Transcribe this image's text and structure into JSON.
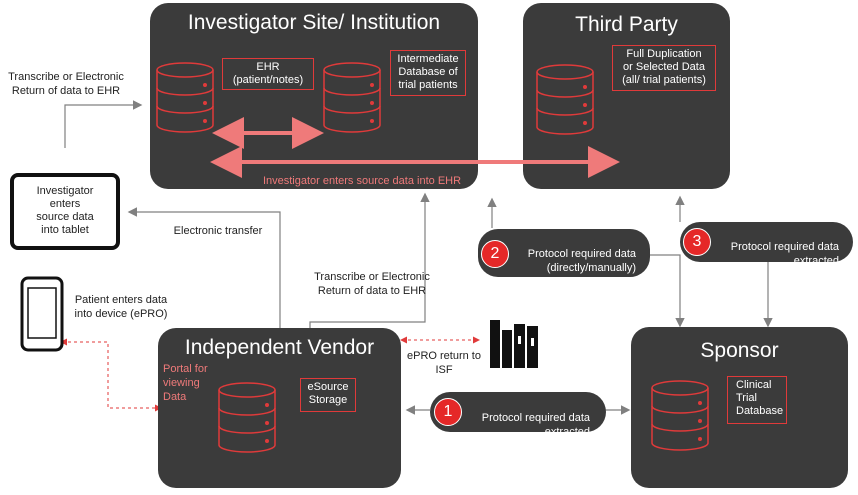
{
  "colors": {
    "box_bg": "#3b3b3b",
    "accent_red": "#e03a3a",
    "salmon": "#ef7a7a",
    "arrow_gray": "#808080"
  },
  "investigator_site": {
    "title": "Investigator Site/ Institution",
    "ehr_label": "EHR\n(patient/notes)",
    "intermediate_label": "Intermediate\nDatabase of\ntrial patients",
    "source_note": "Investigator enters source data into EHR"
  },
  "third_party": {
    "title": "Third Party",
    "label": "Full Duplication\nor Selected Data\n(all/ trial patients)"
  },
  "independent_vendor": {
    "title": "Independent Vendor",
    "portal_label": "Portal for\nviewing\nData",
    "storage_label": "eSource\nStorage"
  },
  "sponsor": {
    "title": "Sponsor",
    "database_label": "Clinical\nTrial\nDatabase"
  },
  "annotations": {
    "transcribe_top": "Transcribe or Electronic\nReturn of data to EHR",
    "tablet_text": "Investigator\nenters\nsource data\ninto tablet",
    "electronic_transfer": "Electronic transfer",
    "transcribe_mid": "Transcribe or Electronic\nReturn of data to EHR",
    "patient_epro": "Patient enters data\ninto device (ePRO)",
    "epro_return": "ePRO return to\nISF"
  },
  "flows": [
    {
      "number": "1",
      "text": "Protocol required data\nextracted"
    },
    {
      "number": "2",
      "text": "Protocol required data\n(directly/manually)\nextracted"
    },
    {
      "number": "3",
      "text": "Protocol required data\nextracted"
    }
  ]
}
